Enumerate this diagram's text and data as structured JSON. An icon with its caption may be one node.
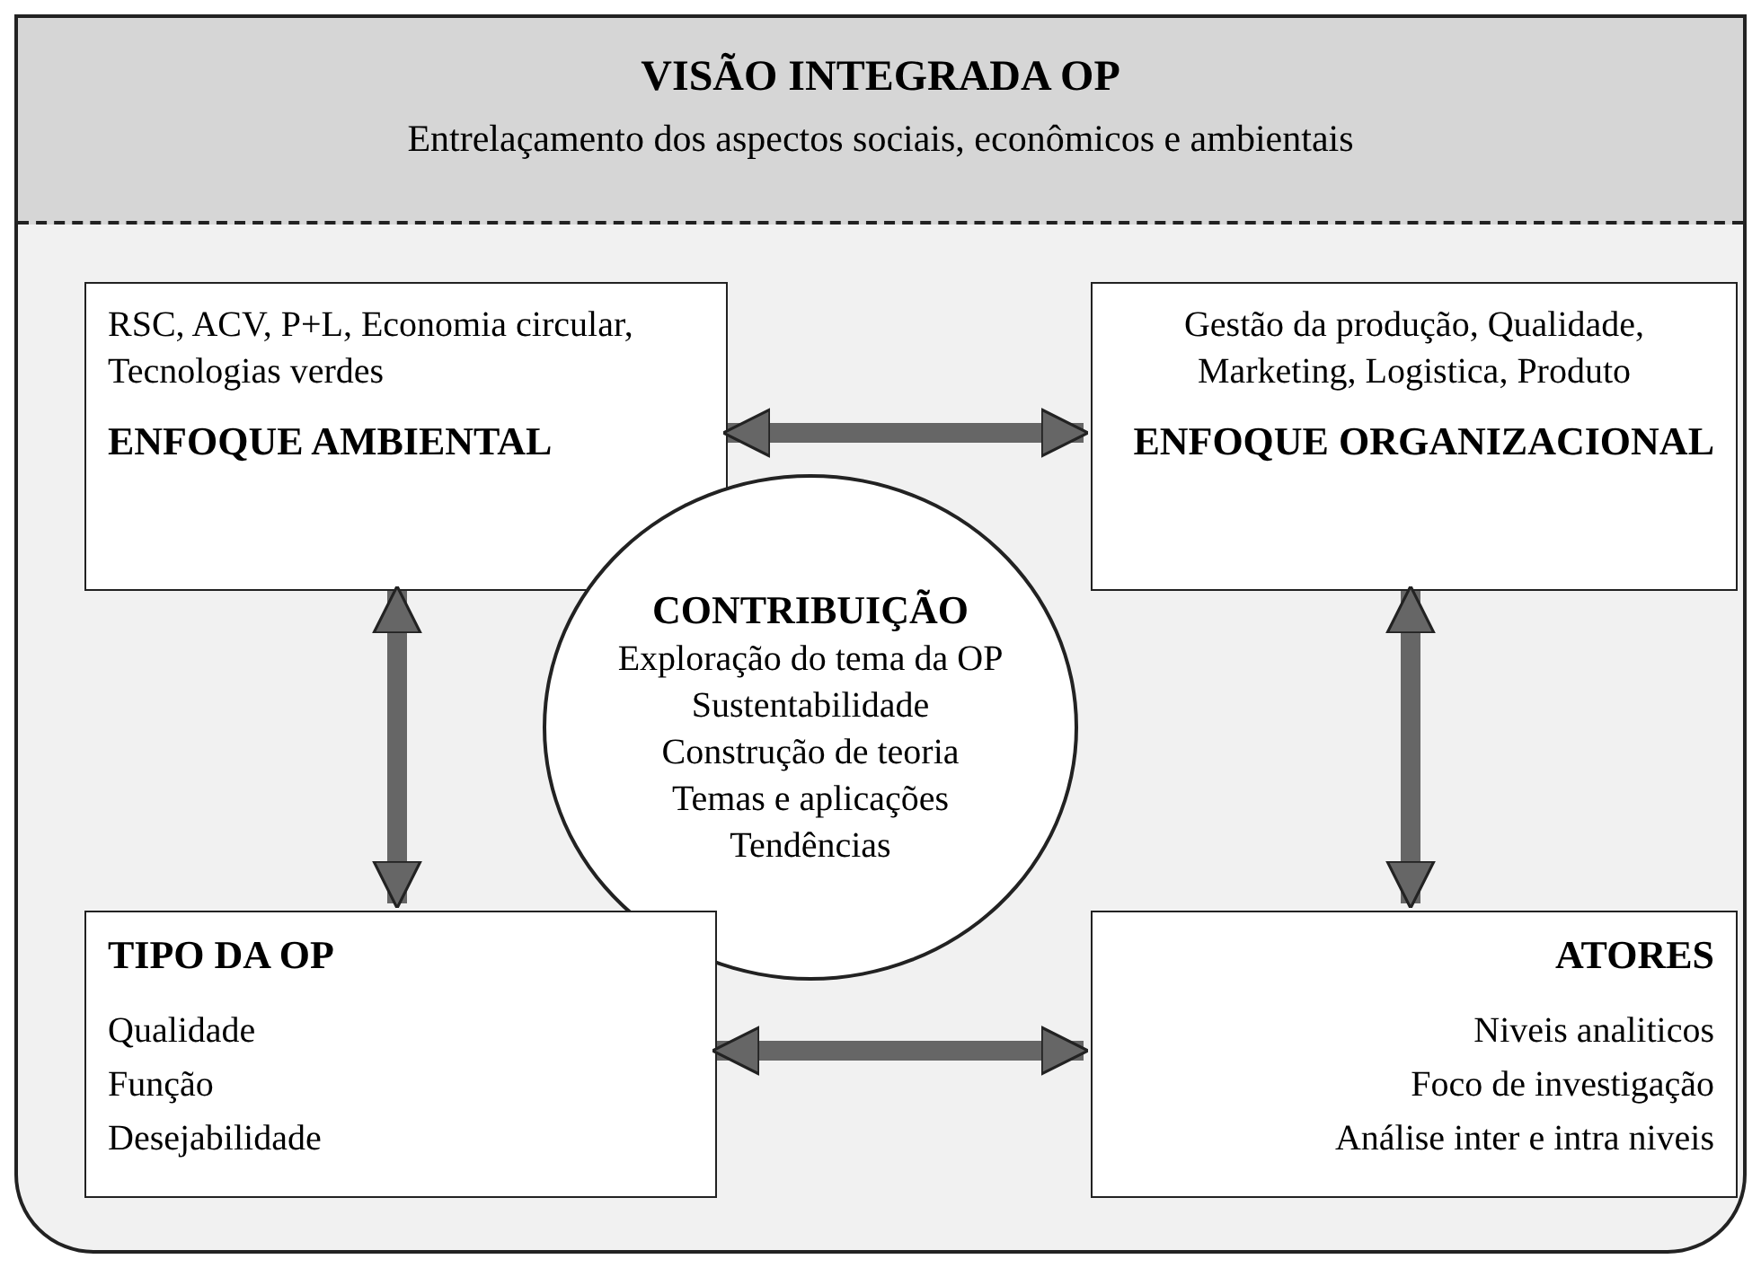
{
  "diagram": {
    "nodes": [
      {
        "text": [
          "VISÃO INTEGRADA OP",
          "Entrelaçamento dos aspectos sociais, econômicos e ambientais"
        ]
      },
      {
        "text": [
          "RSC, ACV, P+L, Economia circular, Tecnologias verdes",
          "ENFOQUE AMBIENTAL"
        ],
        "in": 0
      },
      {
        "text": [
          "Gestão da produção, Qualidade, Marketing, Logistica, Produto",
          "ENFOQUE ORGANIZACIONAL"
        ],
        "in": 0
      },
      {
        "text": [
          "CONTRIBUIÇÃO",
          "Exploração do tema da OP",
          "Sustentabilidade",
          "Construção de teoria",
          "Temas e aplicações",
          "Tendências"
        ],
        "in": 0
      },
      {
        "text": [
          "TIPO DA OP",
          "Qualidade",
          "Função",
          "Desejabilidade"
        ],
        "in": 0
      },
      {
        "text": [
          "ATORES",
          "Niveis analiticos",
          "Foco de investigação",
          "Análise inter e intra niveis"
        ],
        "in": 0
      }
    ],
    "edges": [
      {
        "from": 1,
        "to": 2,
        "arrow": "both"
      },
      {
        "from": 1,
        "to": 4,
        "arrow": "both"
      },
      {
        "from": 2,
        "to": 5,
        "arrow": "both"
      },
      {
        "from": 4,
        "to": 5,
        "arrow": "both"
      }
    ]
  }
}
